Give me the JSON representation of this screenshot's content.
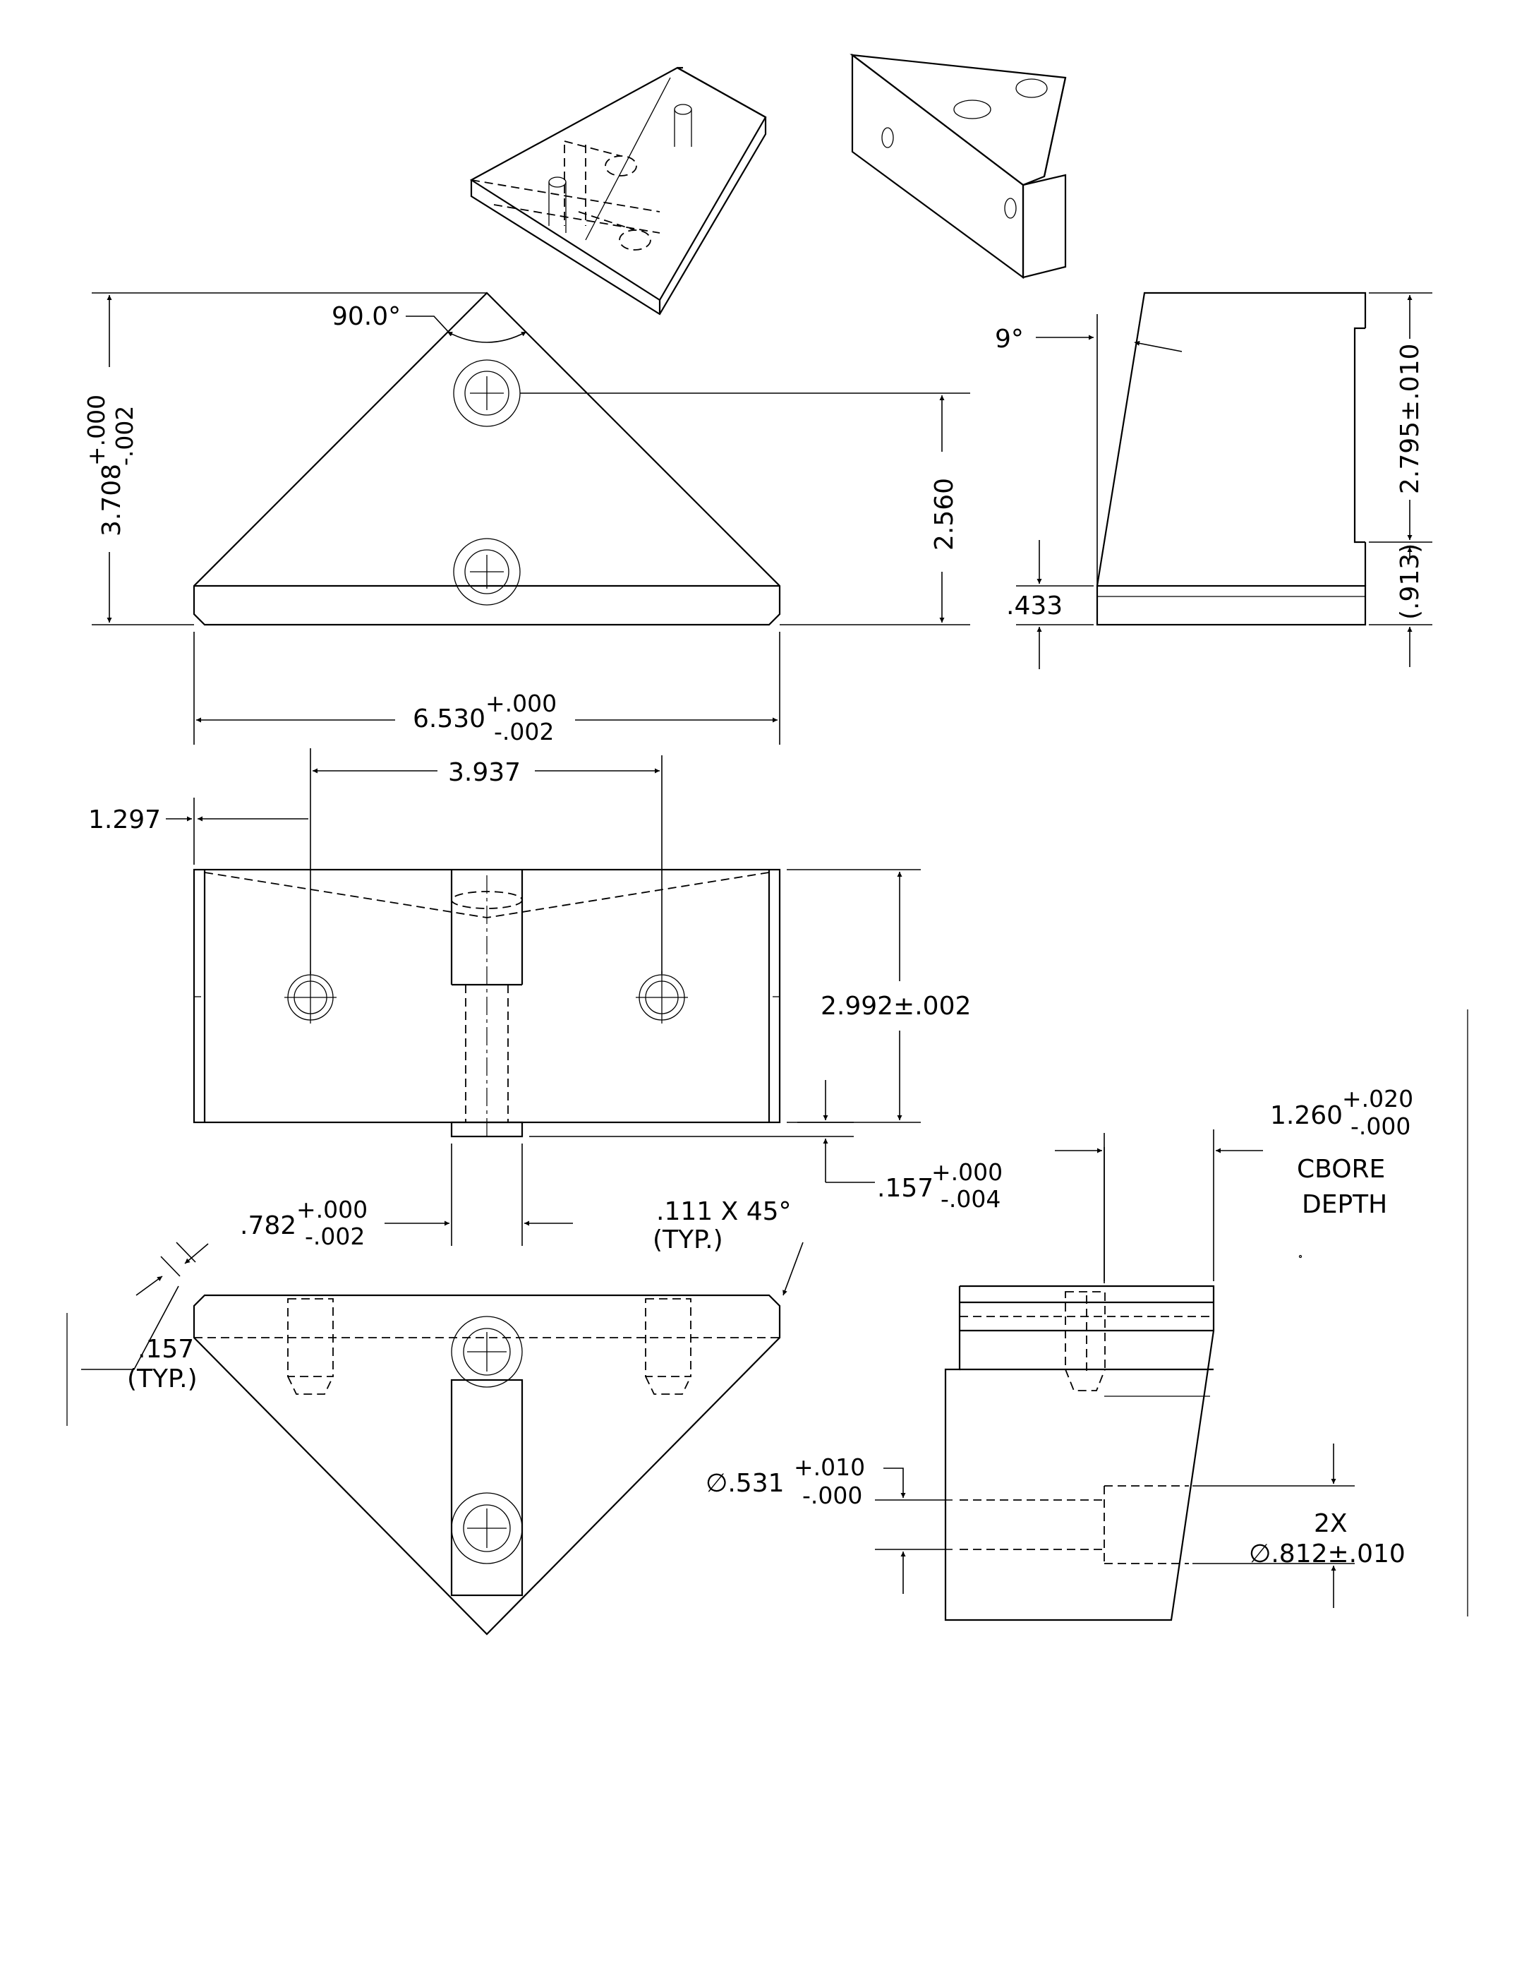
{
  "views": {
    "isometric_left": "isometric-hidden-view",
    "isometric_right": "isometric-solid-view",
    "top": "top-view",
    "side": "side-view",
    "front": "front-view",
    "bottom": "bottom-view",
    "section": "end-view"
  },
  "dimensions": {
    "angle_apex": "90.0°",
    "height_base": "3.708",
    "height_tol_upper": "+.000",
    "height_tol_lower": "-.002",
    "hole_spacing_vertical": "2.560",
    "width_base": "6.530",
    "width_tol_upper": "+.000",
    "width_tol_lower": "-.002",
    "side_angle": "9°",
    "side_height": "2.795±.010",
    "side_base_thickness": ".433",
    "side_ref": "(.913)",
    "hole_spacing_horizontal": "3.937",
    "hole_offset": "1.297",
    "front_height": "2.992±.002",
    "slot_depth_base": ".157",
    "slot_depth_tol_upper": "+.000",
    "slot_depth_tol_lower": "-.004",
    "slot_width_base": ".782",
    "slot_width_tol_upper": "+.000",
    "slot_width_tol_lower": "-.002",
    "chamfer_line1": ".111 X 45°",
    "chamfer_line2": "(TYP.)",
    "edge_line1": ".157",
    "edge_line2": "(TYP.)",
    "cbore_base": "1.260",
    "cbore_tol_upper": "+.020",
    "cbore_tol_lower": "-.000",
    "cbore_label1": "CBORE",
    "cbore_label2": "DEPTH",
    "hole_dia_base": "∅.531",
    "hole_dia_tol_upper": "+.010",
    "hole_dia_tol_lower": "-.000",
    "cbore_qty": "2X",
    "cbore_dia": "∅.812±.010"
  }
}
